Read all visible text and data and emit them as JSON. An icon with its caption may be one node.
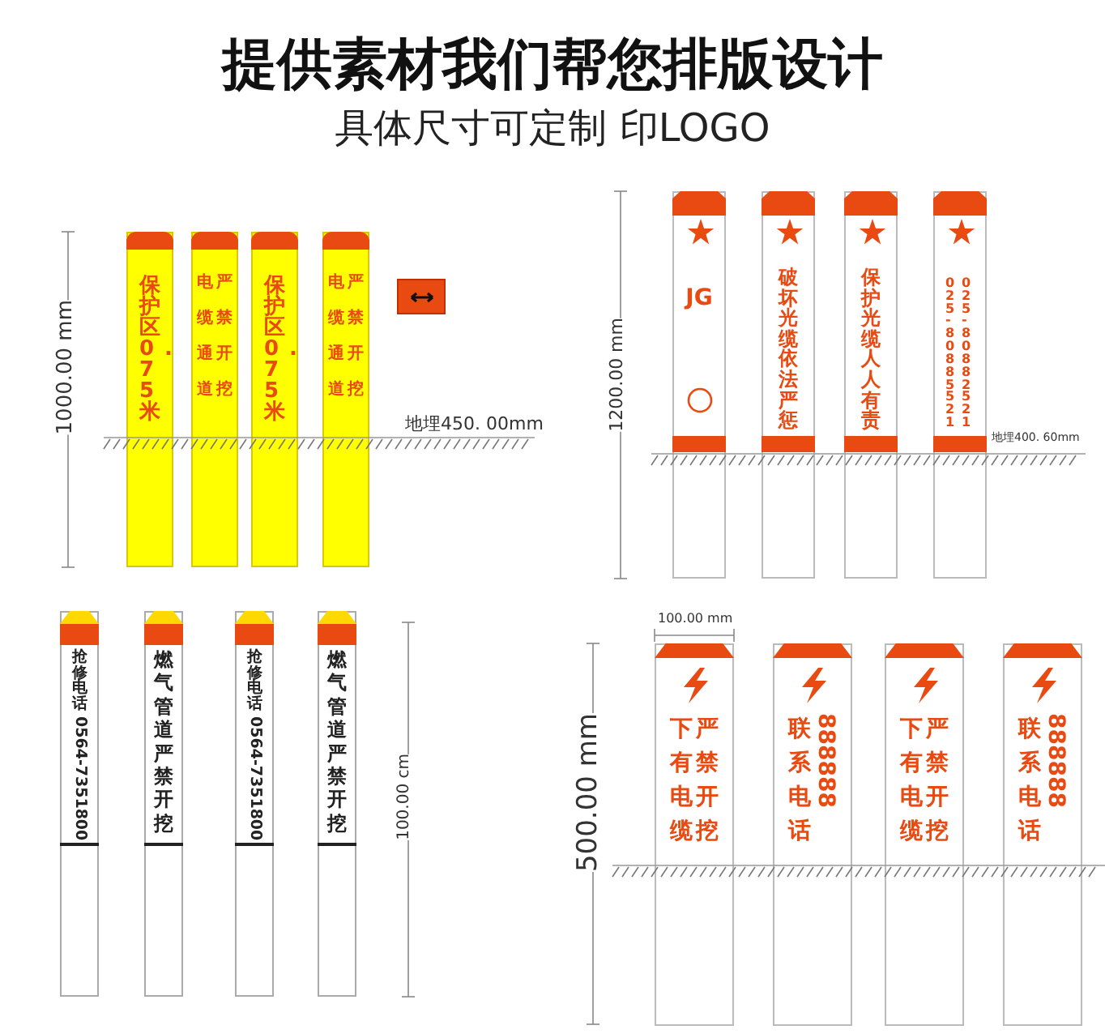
{
  "diagram": {
    "title": "提供素材我们帮您排版设计",
    "caption": "具体尺寸可定制 印LOGO",
    "nodes": [
      {
        "text": [
          "保护区0.75米"
        ]
      },
      {
        "text": [
          "电缆通道",
          "严禁开挖"
        ]
      },
      {
        "text": [
          "保护区0.75米"
        ]
      },
      {
        "text": [
          "电缆通道",
          "严禁开挖"
        ]
      },
      {
        "text": [],
        "shape": "box"
      },
      {
        "text": [
          "JG"
        ]
      },
      {
        "text": [
          "破坏光缆依法严惩"
        ]
      },
      {
        "text": [
          "保护光缆人人有责"
        ]
      },
      {
        "text": [
          "025-80885521",
          "025-80882521"
        ]
      },
      {
        "text": [
          "抢修电话",
          "0564-7351800"
        ]
      },
      {
        "text": [
          "燃气管道严禁开挖"
        ]
      },
      {
        "text": [
          "抢修电话",
          "0564-7351800"
        ]
      },
      {
        "text": [
          "燃气管道严禁开挖"
        ]
      },
      {
        "text": [
          "下有电缆",
          "严禁开挖"
        ]
      },
      {
        "text": [
          "联系电话",
          "888888"
        ]
      },
      {
        "text": [
          "下有电缆",
          "严禁开挖"
        ]
      },
      {
        "text": [
          "联系电话",
          "888888"
        ]
      }
    ],
    "edges": [],
    "labels": [
      "1000.00 mm",
      "地埋450. 00mm",
      "1200.00 mm",
      "地埋400. 60mm",
      "100.00 cm",
      "100.00 mm",
      "500.00 mm"
    ]
  }
}
